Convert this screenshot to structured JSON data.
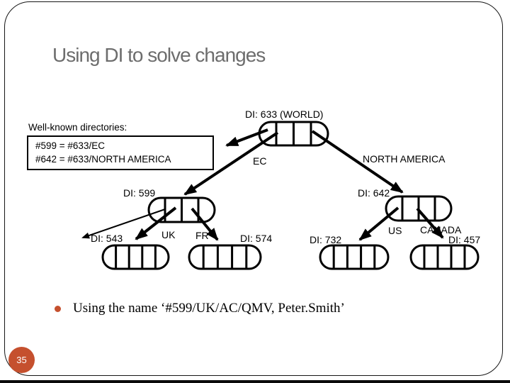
{
  "slide": {
    "title": "Using DI to solve changes",
    "page_number": "35",
    "bullet_text": "Using the name ‘#599/UK/AC/QMV, Peter.Smith’"
  },
  "well_known": {
    "label": "Well-known directories:",
    "entries": [
      "#599 = #633/EC",
      "#642 = #633/NORTH AMERICA"
    ]
  },
  "diagram": {
    "nodes": {
      "world": "DI: 633 (WORLD)",
      "n599": "DI: 599",
      "n543": "DI: 543",
      "n574": "DI: 574",
      "n642": "DI: 642",
      "n732": "DI: 732",
      "n457": "DI: 457"
    },
    "edges": {
      "ec": "EC",
      "na": "NORTH AMERICA",
      "uk": "UK",
      "fr": "FR",
      "us": "US",
      "canada": "CANADA"
    }
  },
  "colors": {
    "accent": "#c5502e",
    "title_gray": "#6d6d6d"
  }
}
